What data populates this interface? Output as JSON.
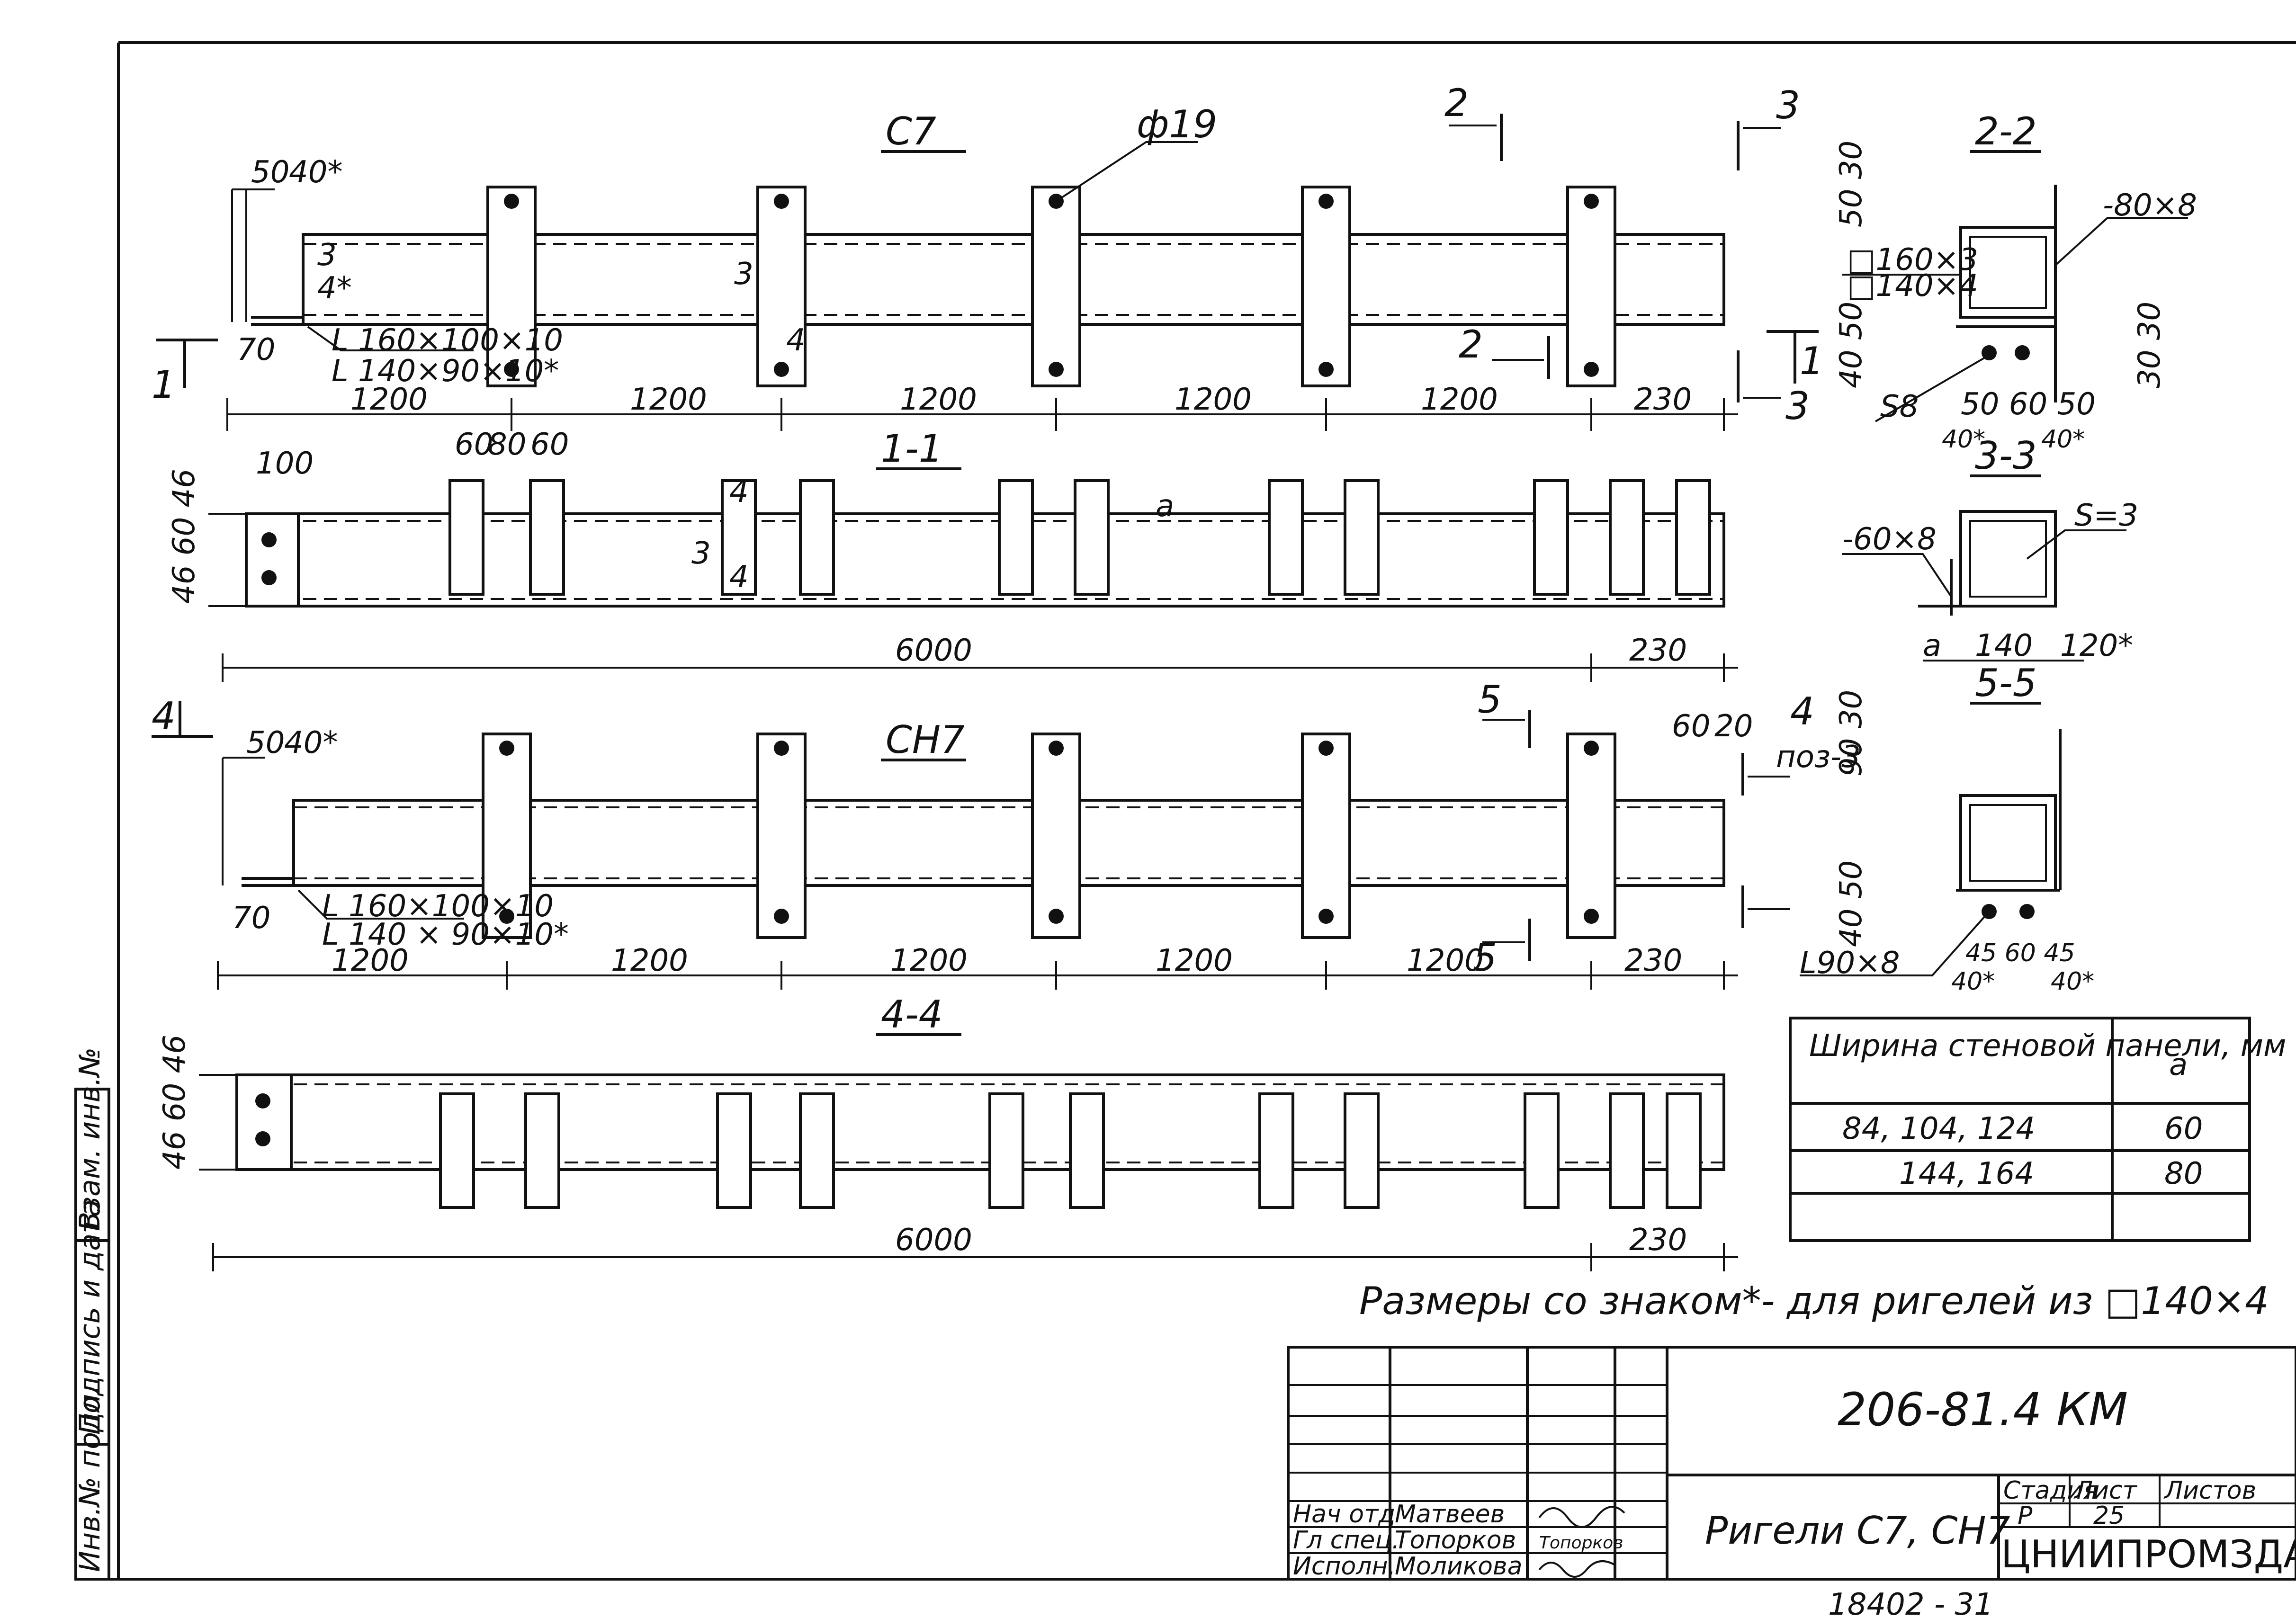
{
  "views": {
    "c7_title": "С7",
    "hole": "ф19",
    "section_1_1": "1-1",
    "ch7_title": "СН7",
    "section_4_4": "4-4",
    "section_2_2": "2-2",
    "section_3_3": "3-3",
    "section_5_5": "5-5",
    "cut_2": "2",
    "cut_3": "3",
    "cut_1": "1",
    "cut_4": "4",
    "cut_5": "5",
    "pos_3": "поз-3"
  },
  "dims": {
    "d_1200": "1200",
    "d_230": "230",
    "d_6000": "6000",
    "d_50": "50",
    "d_40s": "40*",
    "d_70": "70",
    "d_100": "100",
    "d_60": "60",
    "d_80": "80",
    "d_20": "20",
    "d_a": "а",
    "d_3": "3",
    "d_4": "4",
    "d_4s": "4*",
    "d_46_60_46": "46 60 46",
    "d_50_30": "50 30",
    "d_40_50": "40 50",
    "d_30_30": "30 30",
    "d_50_60_50": "50 60 50",
    "d_140": "140",
    "d_120s": "120*",
    "d_90_30": "90 30",
    "d_45_60_45": "45 60 45"
  },
  "profiles": {
    "c7_angle1": "L 160×100×10",
    "c7_angle2": "L 140×90×10*",
    "ch7_angle1": "L 160×100×10",
    "ch7_angle2": "L 140 × 90×10*",
    "tube1": "□160×3",
    "tube2": "□140×4",
    "plate1": "-80×8",
    "s8": "S8",
    "plate2": "-60×8",
    "s3": "S=3",
    "angle90": "L90×8"
  },
  "panel_table": {
    "header_left": "Ширина стеновой панели, мм",
    "header_right": "а",
    "rows": [
      {
        "width": "84, 104, 124",
        "a": "60"
      },
      {
        "width": "144, 164",
        "a": "80"
      }
    ]
  },
  "note": "Размеры со знаком*- для ригелей из □140×4",
  "title_block": {
    "code": "206-81.4 КМ",
    "title": "Ригели С7, СН7",
    "stage_label": "Стадия",
    "sheet_label": "Лист",
    "sheets_label": "Листов",
    "stage": "Р",
    "sheet": "25",
    "org": "ЦНИИПРОМЗДАНИЙ",
    "roles": [
      {
        "role": "Нач отд",
        "name": "Матвеев"
      },
      {
        "role": "Гл спец.",
        "name": "Топорков"
      },
      {
        "role": "Исполн.",
        "name": "Моликова"
      }
    ],
    "sign_topor": "Топорков",
    "footer": "18402 - 31"
  },
  "side_stamp": {
    "inv": "Инв.№ подл.",
    "sign": "Подпись и дата",
    "repl": "Взам. инв.№"
  }
}
